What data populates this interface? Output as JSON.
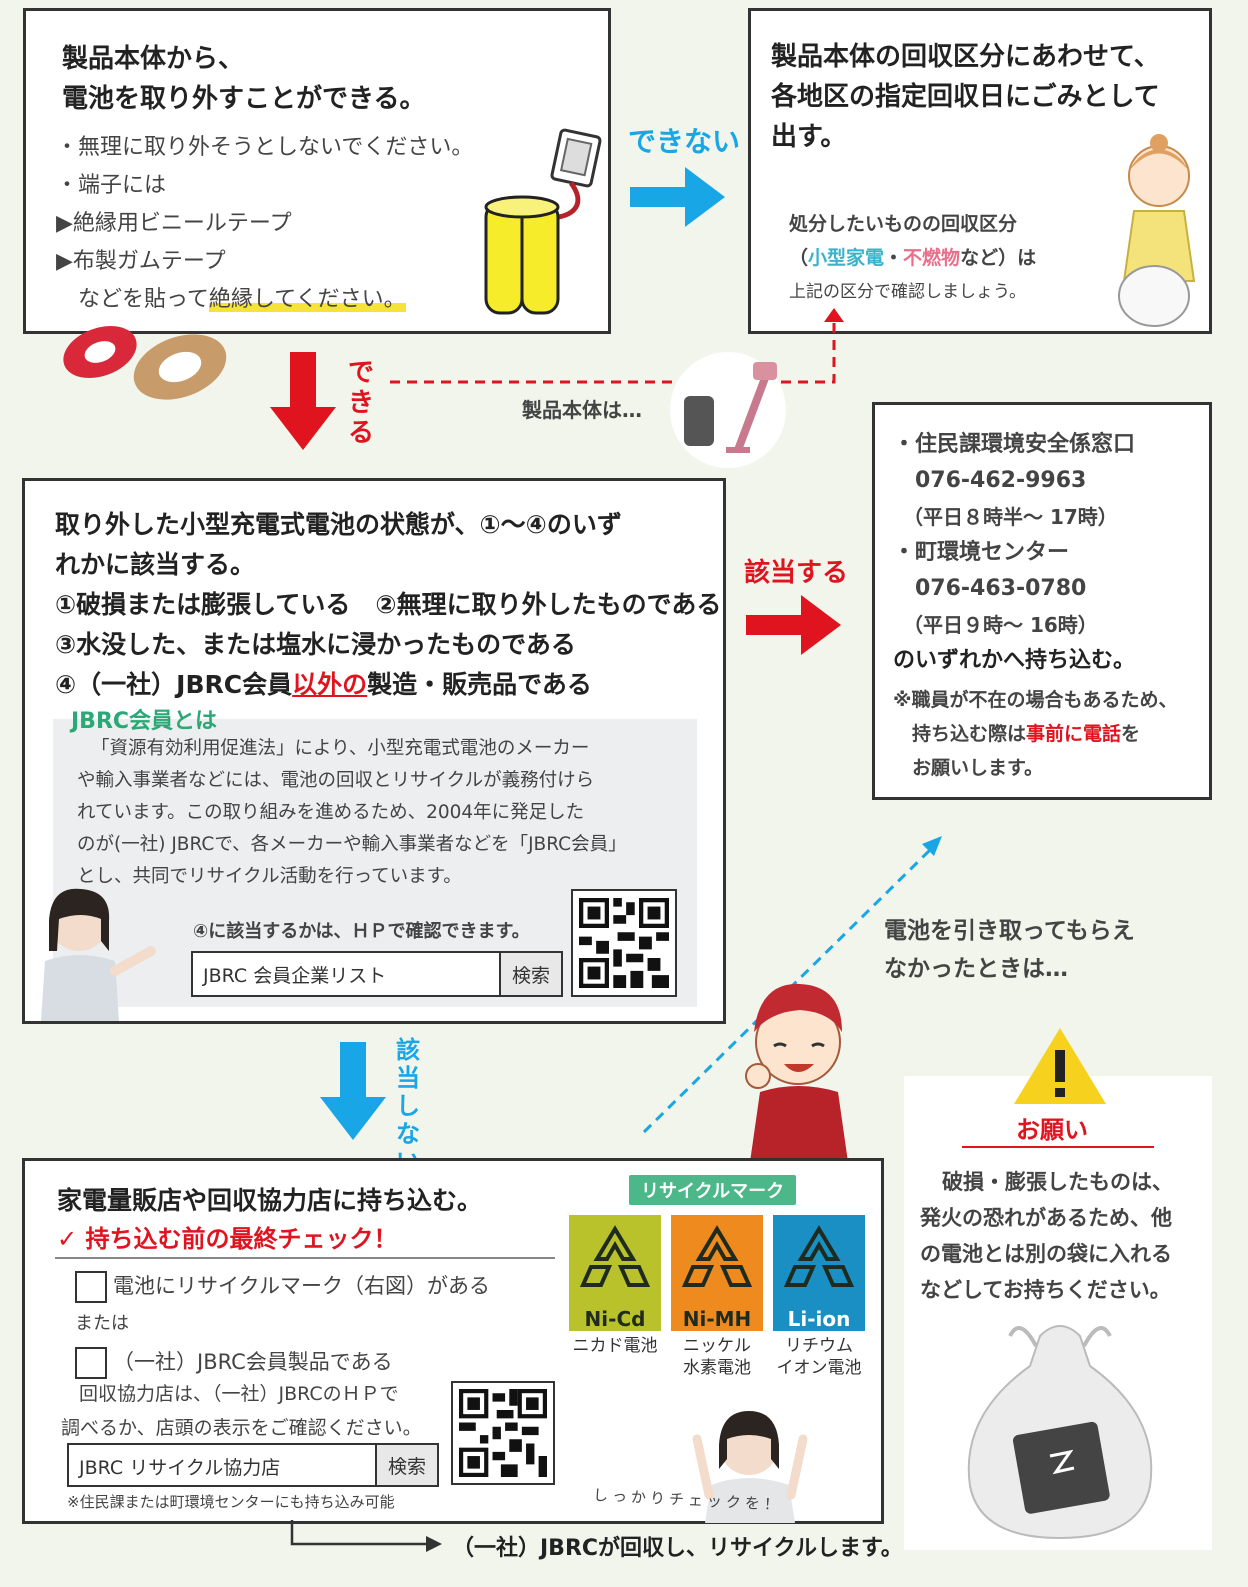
{
  "step1": {
    "title": [
      "製品本体から、",
      "電池を取り外すことができる。"
    ],
    "notes": [
      "・無理に取り外そうとしないでください。",
      "・端子には",
      "▶絶縁用ビニールテープ",
      "▶布製ガムテープ"
    ],
    "note_last_pre": "　などを貼って",
    "note_last_highlight": "絶縁してください。"
  },
  "arrows": {
    "cannot": "できない",
    "can": "できる",
    "applies": "該当する",
    "not_applies": "該当しない"
  },
  "product_body_label": "製品本体は…",
  "cannot_box": {
    "title": [
      "製品本体の回収区分にあわせて、",
      "各地区の指定回収日にごみとして",
      "出す。"
    ],
    "sub1": "処分したいものの回収区分",
    "sub2_open": "（",
    "sub2_a": "小型家電",
    "sub2_dot": "・",
    "sub2_b": "不燃物",
    "sub2_close": "など）は",
    "sub3": "上記の区分で確認しましょう。"
  },
  "contact_box": {
    "lines": [
      "・住民課環境安全係窓口",
      "　076-462-9963",
      "　（平日８時半～ 17時）",
      "・町環境センター",
      "　076-463-0780",
      "　（平日９時～ 16時）",
      "のいずれかへ持ち込む。"
    ],
    "note1": "※職員が不在の場合もあるため、",
    "note2_pre": "　持ち込む際は",
    "note2_red": "事前に電話",
    "note2_post": "を",
    "note3": "　お願いします。"
  },
  "condition_box": {
    "title": [
      "取り外した小型充電式電池の状態が、①～④のいず",
      "れかに該当する。"
    ],
    "items": [
      "①破損または膨張している　②無理に取り外したものである",
      "③水没した、または塩水に浸かったものである"
    ],
    "item4_pre": "④（一社）JBRC会員",
    "item4_red": "以外の",
    "item4_post": "製造・販売品である",
    "jbrc_heading": "JBRC会員とは",
    "jbrc_text": [
      "「資源有効利用促進法」により、小型充電式電池のメーカー",
      "や輸入事業者などには、電池の回収とリサイクルが義務付けら",
      "れています。この取り組みを進めるため、2004年に発足した",
      "のが(一社) JBRCで、各メーカーや輸入事業者などを「JBRC会員」",
      "とし、共同でリサイクル活動を行っています。"
    ],
    "hp_note": "④に該当するかは、ＨＰで確認できます。",
    "search_text": "JBRC 会員企業リスト",
    "search_button": "検索"
  },
  "not_returned": [
    "電池を引き取ってもらえ",
    "なかったときは…"
  ],
  "shop_box": {
    "title": "家電量販店や回収協力店に持ち込む。",
    "check_heading": "✓ 持ち込む前の最終チェック！",
    "check1": "電池にリサイクルマーク（右図）がある",
    "or": "または",
    "check2": "（一社）JBRC会員製品である",
    "note": [
      "回収協力店は、（一社）JBRCのＨＰで",
      "調べるか、店頭の表示をご確認ください。"
    ],
    "search_text": "JBRC リサイクル協力店",
    "search_button": "検索",
    "footnote": "※住民課または町環境センターにも持ち込み可能",
    "recycle_title": "リサイクルマーク",
    "marks": [
      {
        "label": "Ni-Cd",
        "caption": [
          "ニカド電池"
        ],
        "color": "#b9c22a"
      },
      {
        "label": "Ni-MH",
        "caption": [
          "ニッケル",
          "水素電池"
        ],
        "color": "#ef8a1e"
      },
      {
        "label": "Li-ion",
        "caption": [
          "リチウム",
          "イオン電池"
        ],
        "color": "#1a8fc4"
      }
    ],
    "handwritten": "しっかりチェックを！"
  },
  "final_line": "（一社）JBRCが回収し、リサイクルします。",
  "request": {
    "title": "お願い",
    "text": [
      "破損・膨張したものは、",
      "発火の恐れがあるため、他",
      "の電池とは別の袋に入れる",
      "などしてお持ちください。"
    ]
  }
}
